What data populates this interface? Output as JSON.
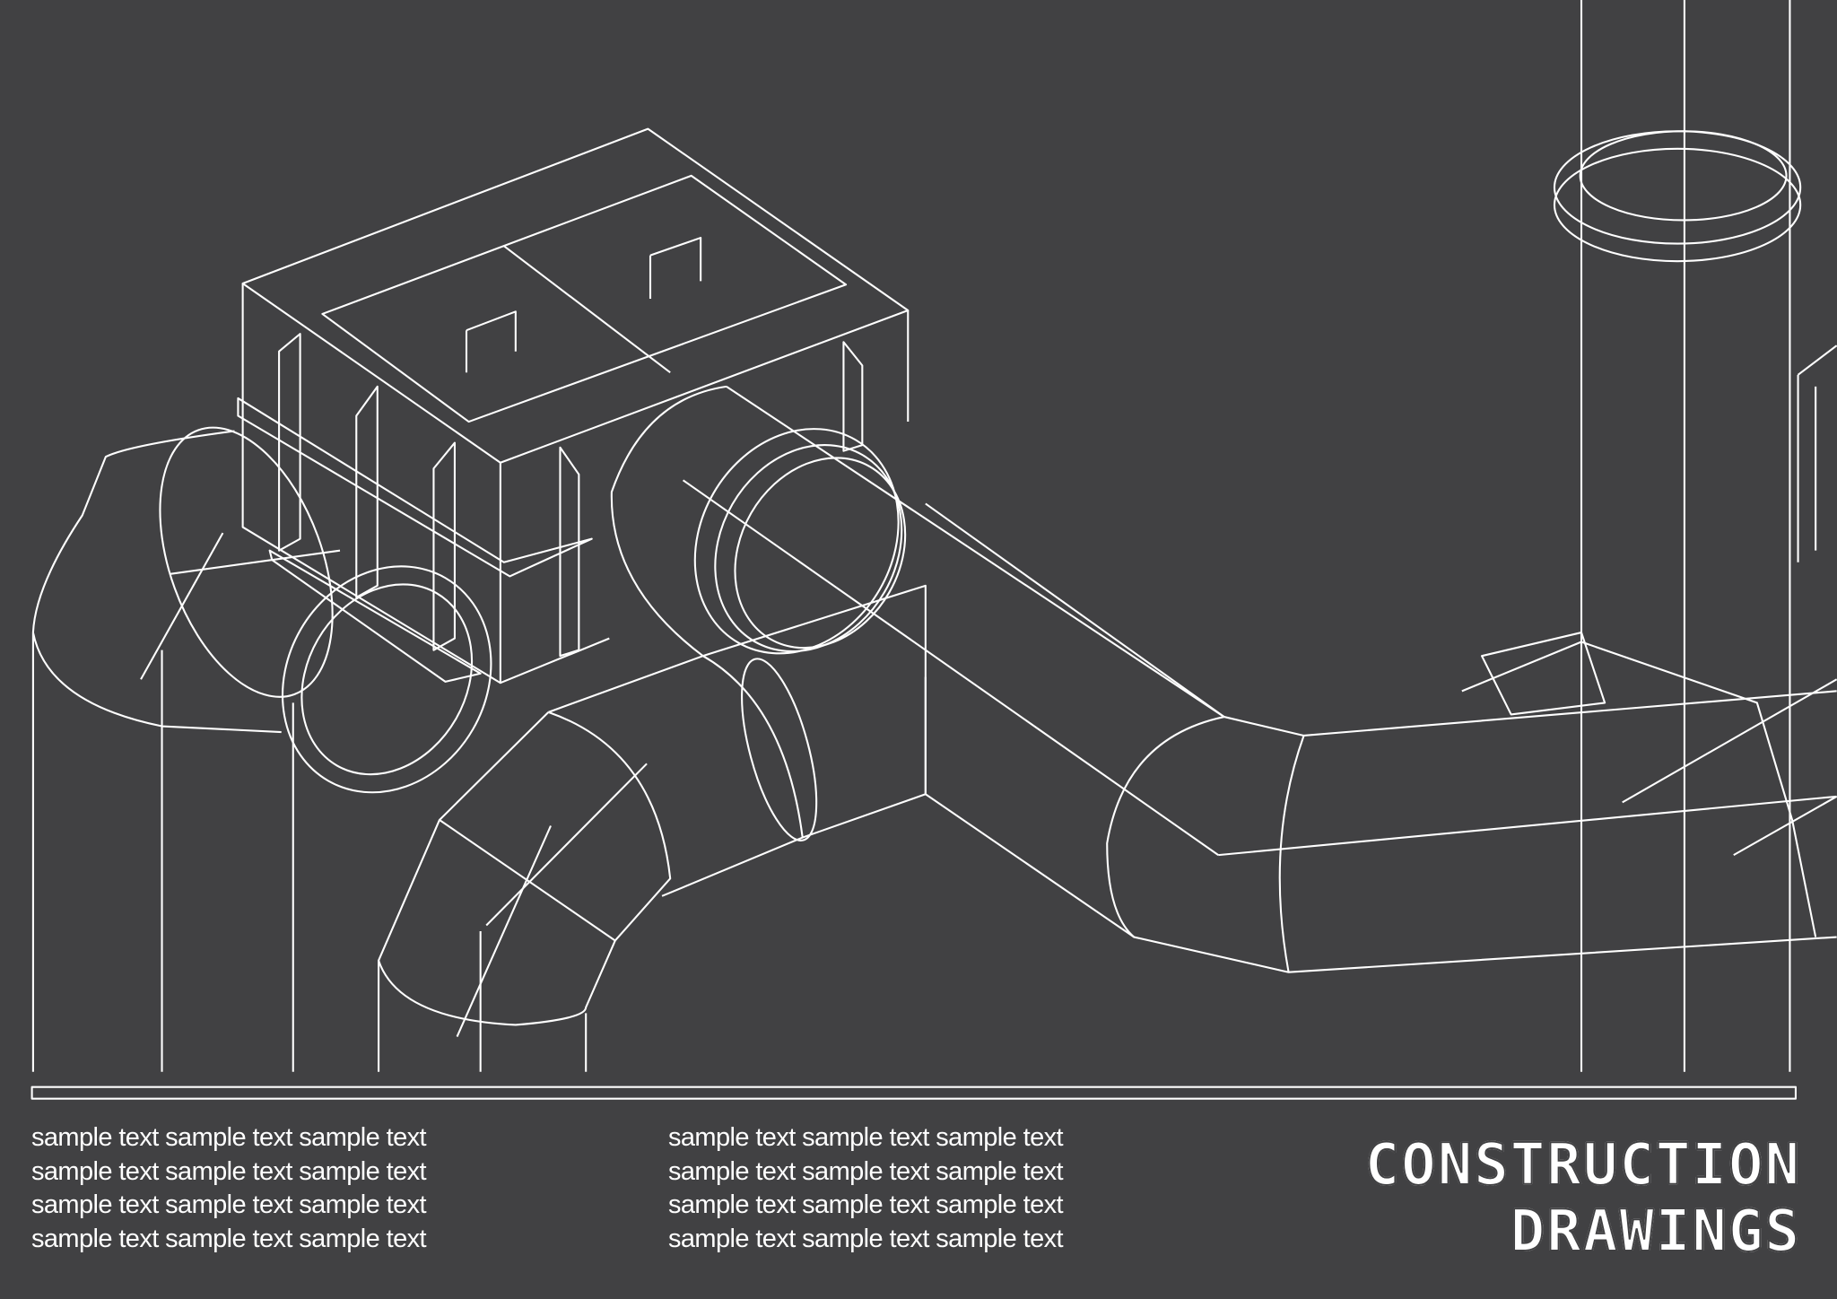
{
  "colors": {
    "background": "#414143",
    "lines": "#ffffff"
  },
  "text_blocks": {
    "left": [
      "sample text sample text sample text",
      "sample text sample text sample text",
      "sample text sample text sample text",
      "sample text sample text sample text"
    ],
    "middle": [
      "sample text sample text sample text",
      "sample text sample text sample text",
      "sample text sample text sample text",
      "sample text sample text sample text"
    ]
  },
  "title": {
    "line1": "CONSTRUCTION",
    "line2": "DRAWINGS"
  }
}
